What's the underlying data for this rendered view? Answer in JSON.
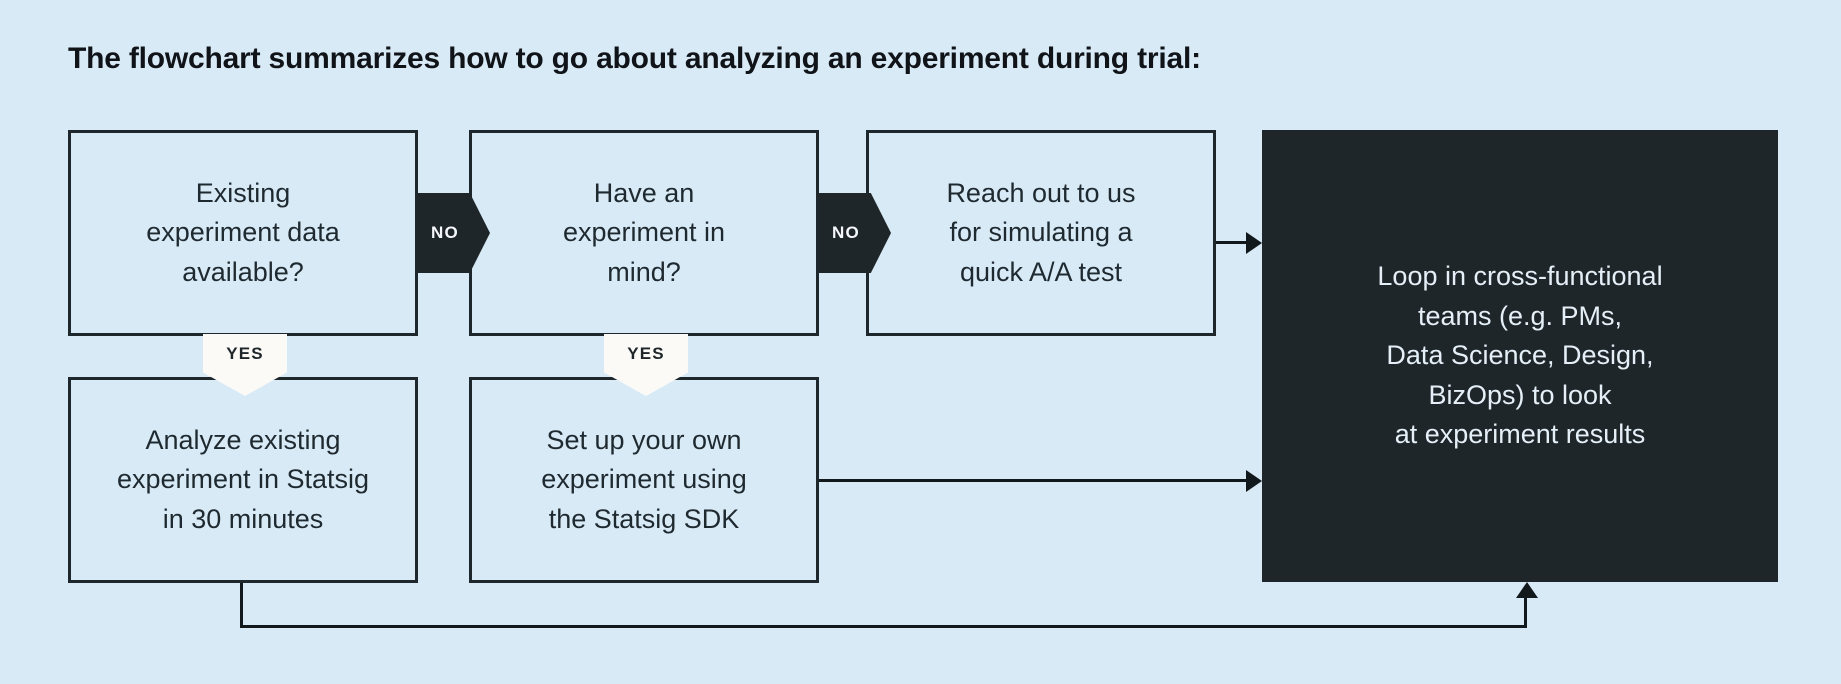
{
  "page": {
    "background_color": "#d9eaf7",
    "title": "The flowchart summarizes how to go about analyzing an experiment during trial:"
  },
  "theme": {
    "box_fill": "#d9eaf7",
    "box_border": "#1d272c",
    "dark_fill": "#1f2629",
    "dark_text": "#e4eff7",
    "text_color": "#1f2a30",
    "badge_no_fill": "#1f2629",
    "badge_no_text": "#f4f8fb",
    "badge_yes_fill": "#fbfaf7",
    "badge_yes_text": "#1f2629",
    "connector_color": "#12191d"
  },
  "flowchart": {
    "type": "flowchart",
    "nodes": [
      {
        "id": "existing-data",
        "label": "Existing\nexperiment data\navailable?",
        "style": "light"
      },
      {
        "id": "have-experiment",
        "label": "Have an\nexperiment in\nmind?",
        "style": "light"
      },
      {
        "id": "reach-out",
        "label": "Reach out to us\nfor simulating a\nquick A/A test",
        "style": "light"
      },
      {
        "id": "analyze-existing",
        "label": "Analyze existing\nexperiment in Statsig\nin 30 minutes",
        "style": "light"
      },
      {
        "id": "setup-own",
        "label": "Set up your own\nexperiment using\nthe Statsig SDK",
        "style": "light"
      },
      {
        "id": "loop-teams",
        "label": "Loop in cross-functional\nteams (e.g. PMs,\nData Science, Design,\nBizOps) to look\nat experiment results",
        "style": "dark"
      }
    ],
    "badges": [
      {
        "id": "no-1",
        "label": "NO",
        "shape": "chevron-right",
        "from": "existing-data",
        "to": "have-experiment"
      },
      {
        "id": "no-2",
        "label": "NO",
        "shape": "chevron-right",
        "from": "have-experiment",
        "to": "reach-out"
      },
      {
        "id": "yes-1",
        "label": "YES",
        "shape": "pentagon-down",
        "from": "existing-data",
        "to": "analyze-existing"
      },
      {
        "id": "yes-2",
        "label": "YES",
        "shape": "pentagon-down",
        "from": "have-experiment",
        "to": "setup-own"
      }
    ],
    "edges": [
      {
        "id": "reach-to-loop",
        "from": "reach-out",
        "to": "loop-teams",
        "arrow": "right"
      },
      {
        "id": "setup-to-loop",
        "from": "setup-own",
        "to": "loop-teams",
        "arrow": "right"
      },
      {
        "id": "analyze-to-loop",
        "from": "analyze-existing",
        "to": "loop-teams",
        "arrow": "up"
      }
    ]
  }
}
